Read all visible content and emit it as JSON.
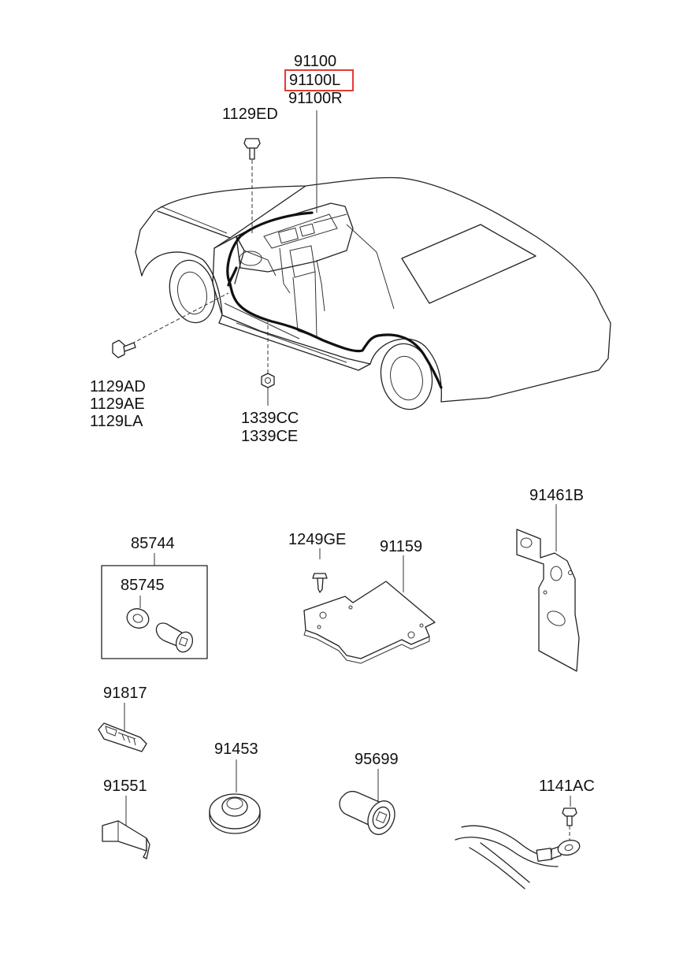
{
  "highlight": {
    "color": "#e53935",
    "part": "91100L"
  },
  "labels": {
    "p91100": "91100",
    "p91100L": "91100L",
    "p91100R": "91100R",
    "p1129ED": "1129ED",
    "p1129AD": "1129AD",
    "p1129AE": "1129AE",
    "p1129LA": "1129LA",
    "p1339CC": "1339CC",
    "p1339CE": "1339CE",
    "p85744": "85744",
    "p85745": "85745",
    "p1249GE": "1249GE",
    "p91159": "91159",
    "p91461B": "91461B",
    "p91817": "91817",
    "p91453": "91453",
    "p95699": "95699",
    "p91551": "91551",
    "p1141AC": "1141AC"
  }
}
